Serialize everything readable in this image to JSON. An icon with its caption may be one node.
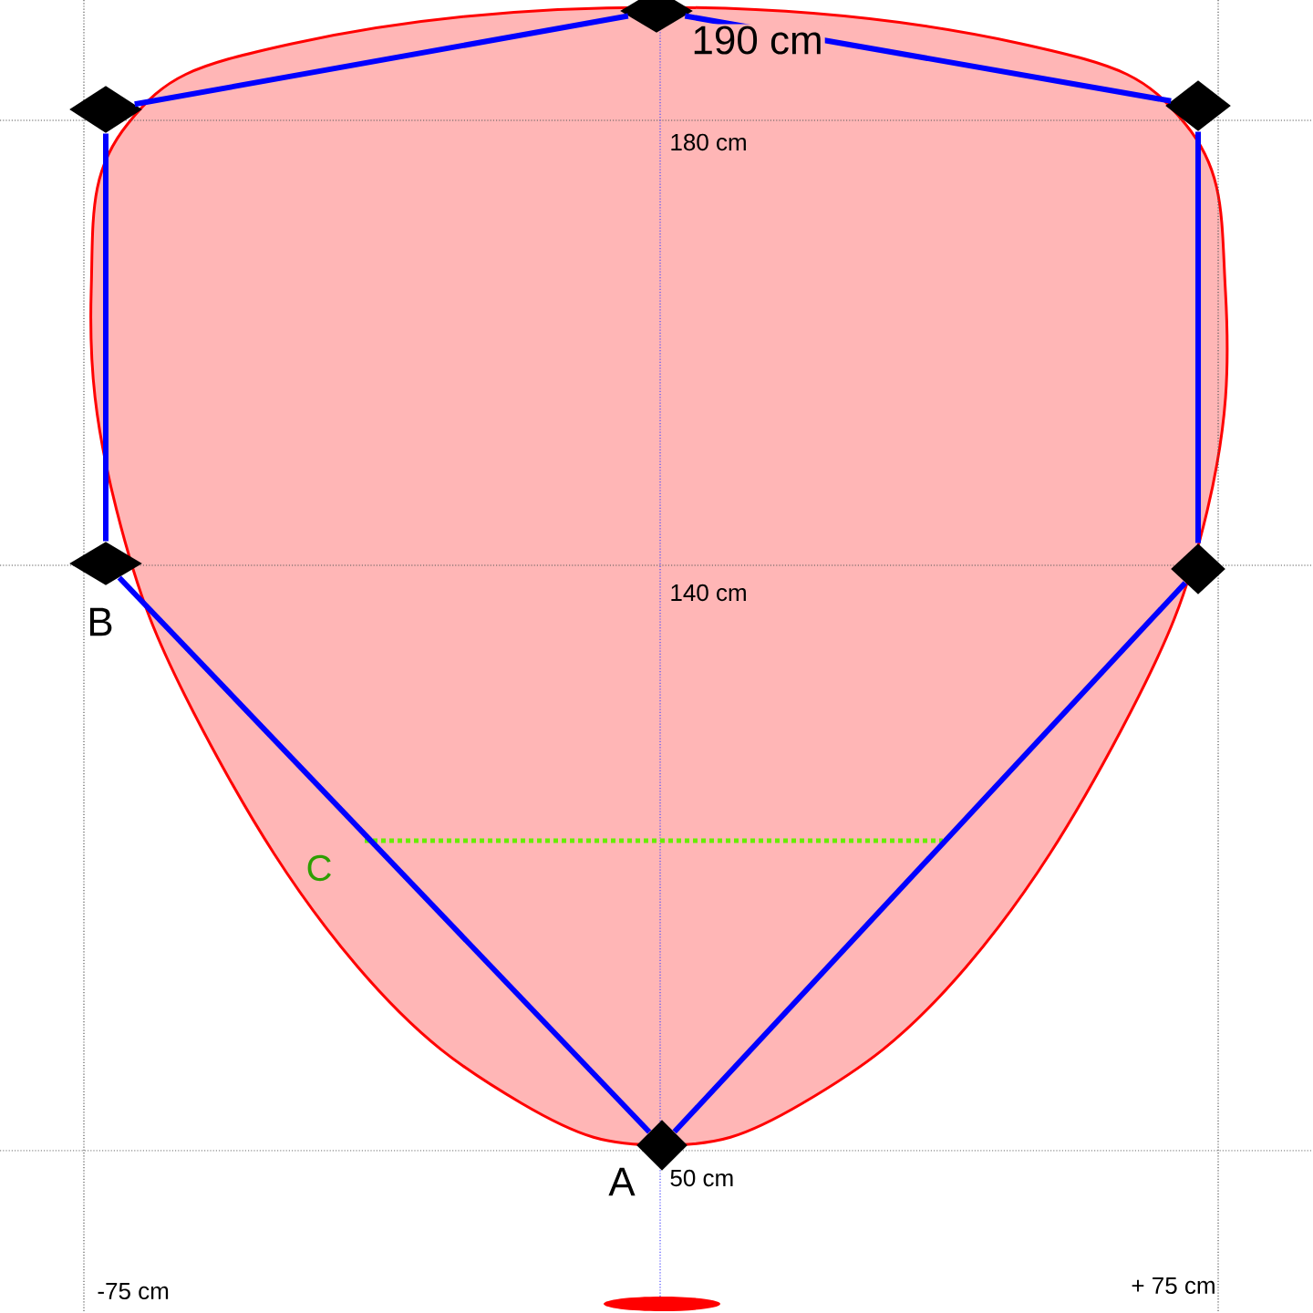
{
  "diagram": {
    "nodes": [
      {
        "text": [],
        "shape": "diamond"
      },
      {
        "text": [],
        "shape": "diamond"
      },
      {
        "text": [],
        "shape": "diamond"
      },
      {
        "text": [],
        "shape": "diamond",
        "beside": [
          "B"
        ]
      },
      {
        "text": [],
        "shape": "diamond"
      },
      {
        "text": [],
        "shape": "diamond",
        "beside": [
          "A"
        ]
      }
    ],
    "edges": [
      {
        "from": 1,
        "to": 0,
        "arrow": "none"
      },
      {
        "from": 0,
        "to": 2,
        "arrow": "none"
      },
      {
        "from": 2,
        "to": 4,
        "arrow": "none"
      },
      {
        "from": 4,
        "to": 5,
        "arrow": "none"
      },
      {
        "from": 5,
        "to": 3,
        "arrow": "none"
      },
      {
        "from": 3,
        "to": 1,
        "arrow": "none"
      }
    ],
    "labels": [
      "190 cm",
      "180 cm",
      "140 cm",
      "50 cm",
      "C",
      "-75 cm",
      "+ 75 cm"
    ]
  }
}
